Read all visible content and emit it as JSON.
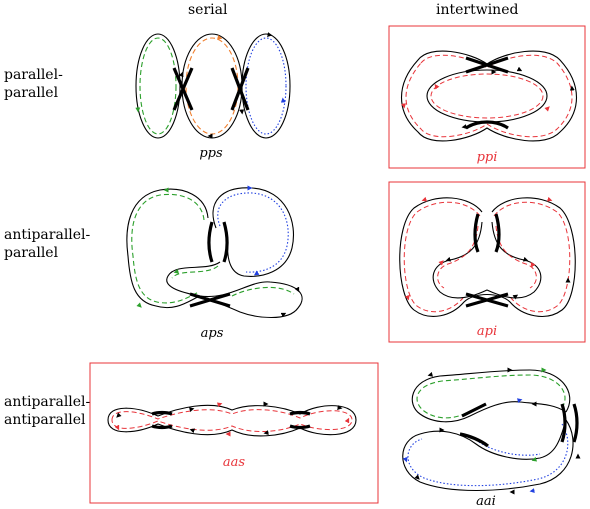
{
  "columns": {
    "serial": "serial",
    "intertwined": "intertwined"
  },
  "rows": {
    "pp": [
      "parallel-",
      "parallel"
    ],
    "ap": [
      "antiparallel-",
      "parallel"
    ],
    "aa": [
      "antiparallel-",
      "antiparallel"
    ]
  },
  "captions": {
    "pps": "pps",
    "ppi": "ppi",
    "aps": "aps",
    "api": "api",
    "aas": "aas",
    "aai": "aai"
  },
  "colors": {
    "black": "#000000",
    "red": "#e8343a",
    "green": "#2ca02c",
    "blue": "#2040e0",
    "orange": "#f08030",
    "frame": "#e8343a"
  },
  "highlighted_panels": [
    "ppi",
    "api",
    "aas"
  ]
}
